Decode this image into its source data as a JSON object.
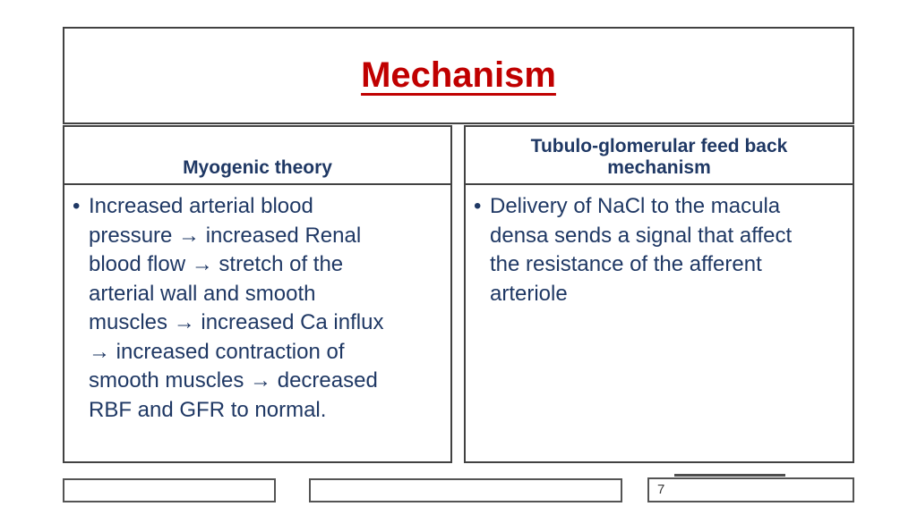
{
  "slide": {
    "title": "Mechanism",
    "page_number": "7",
    "columns": [
      {
        "header_lines": [
          "Myogenic theory"
        ],
        "bullet": "•",
        "body_lines": [
          "Increased arterial blood",
          "pressure → increased Renal",
          "blood flow → stretch of the",
          "arterial wall and smooth",
          "muscles → increased Ca influx",
          "→ increased contraction of",
          "smooth muscles → decreased",
          "RBF and GFR to normal."
        ]
      },
      {
        "header_lines": [
          "Tubulo-glomerular feed back",
          "mechanism"
        ],
        "bullet": "•",
        "body_lines": [
          "Delivery of NaCl to the macula",
          "densa sends a signal that affect",
          "the resistance of the afferent",
          "arteriole"
        ]
      }
    ],
    "colors": {
      "title_red": "#C00000",
      "text_navy": "#1F3864",
      "box_border_gray": "#424242",
      "footer_border_gray": "#545454",
      "accent_line_gray": "#4d4d4d"
    }
  }
}
